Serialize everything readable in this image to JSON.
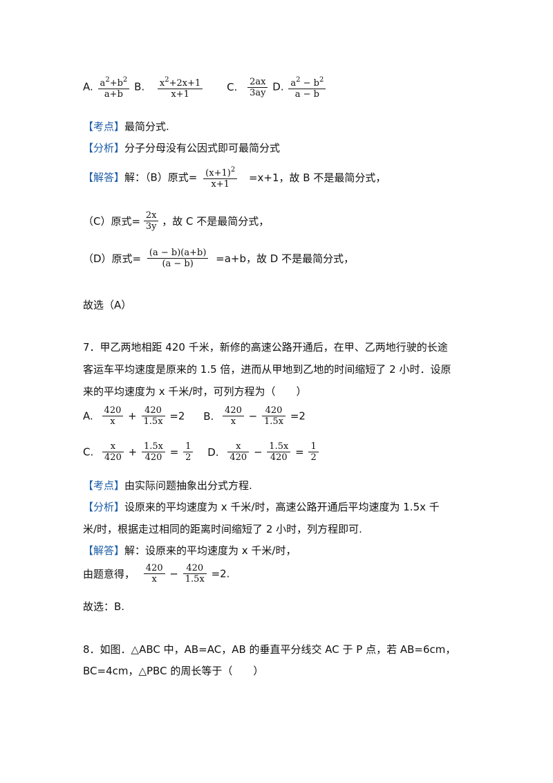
{
  "q6": {
    "options": {
      "a_label": "A.",
      "a_num": "a",
      "a_num_exp": "2",
      "a_num_mid": "+b",
      "a_num_exp2": "2",
      "a_den": "a+b",
      "b_label": "B.",
      "b_num": "x",
      "b_num_exp": "2",
      "b_num_rest": "+2x+1",
      "b_den": "x+1",
      "c_label": "C.",
      "c_num": "2ax",
      "c_den": "3ay",
      "d_label": "D.",
      "d_num": "a",
      "d_num_exp": "2",
      "d_num_mid": " − b",
      "d_num_exp2": "2",
      "d_den": "a − b"
    },
    "kaodian_tag": "【考点】",
    "kaodian_text": "最简分式.",
    "fenxi_tag": "【分析】",
    "fenxi_text": "分子分母没有公因式即可最简分式",
    "jieda_tag": "【解答】",
    "jieda_pre": "解：（B）原式=",
    "jieda_b_num": "(x+1)",
    "jieda_b_num_exp": "2",
    "jieda_b_den": "x+1",
    "jieda_b_post": "=x+1，故 B 不是最简分式，",
    "c_pre": "（C）原式=",
    "c_num": "2x",
    "c_den": "3y",
    "c_post": "，故 C 不是最简分式，",
    "d_pre": "（D）原式=",
    "d_num": "(a − b)(a+b)",
    "d_den": "(a − b)",
    "d_post": "=a+b，故 D 不是最简分式，",
    "answer": "故选（A）"
  },
  "q7": {
    "stem_line1": "7．甲乙两地相距 420 千米，新修的高速公路开通后，在甲、乙两地行驶的长途",
    "stem_line2": "客运车平均速度是原来的 1.5 倍，进而从甲地到乙地的时间缩短了 2 小时．设原",
    "stem_line3": "来的平均速度为 x 千米/时，可列方程为（　　）",
    "opt_a_label": "A.",
    "opt_a_f1_num": "420",
    "opt_a_f1_den": "x",
    "opt_a_op": "+",
    "opt_a_f2_num": "420",
    "opt_a_f2_den": "1.5x",
    "opt_a_eq": "=2",
    "opt_b_label": "B.",
    "opt_b_f1_num": "420",
    "opt_b_f1_den": "x",
    "opt_b_op": "−",
    "opt_b_f2_num": "420",
    "opt_b_f2_den": "1.5x",
    "opt_b_eq": "=2",
    "opt_c_label": "C.",
    "opt_c_f1_num": "x",
    "opt_c_f1_den": "420",
    "opt_c_op": "+",
    "opt_c_f2_num": "1.5x",
    "opt_c_f2_den": "420",
    "opt_c_eq": "=",
    "opt_c_r_num": "1",
    "opt_c_r_den": "2",
    "opt_d_label": "D.",
    "opt_d_f1_num": "x",
    "opt_d_f1_den": "420",
    "opt_d_op": "−",
    "opt_d_f2_num": "1.5x",
    "opt_d_f2_den": "420",
    "opt_d_eq": "=",
    "opt_d_r_num": "1",
    "opt_d_r_den": "2",
    "kaodian_tag": "【考点】",
    "kaodian_text": "由实际问题抽象出分式方程.",
    "fenxi_tag": "【分析】",
    "fenxi_text1": "设原来的平均速度为 x 千米/时，高速公路开通后平均速度为 1.5x 千",
    "fenxi_text2": "米/时，根据走过相同的距离时间缩短了 2 小时，列方程即可.",
    "jieda_tag": "【解答】",
    "jieda_text": "解：设原来的平均速度为 x 千米/时，",
    "eq_pre": "由题意得，",
    "eq_f1_num": "420",
    "eq_f1_den": "x",
    "eq_op": "−",
    "eq_f2_num": "420",
    "eq_f2_den": "1.5x",
    "eq_post": "=2.",
    "answer": "故选：B."
  },
  "q8": {
    "stem_line1": "8．如图．△ABC 中，AB=AC，AB 的垂直平分线交 AC 于 P 点，若 AB=6cm，",
    "stem_line2": "BC=4cm，△PBC 的周长等于（　　）"
  }
}
